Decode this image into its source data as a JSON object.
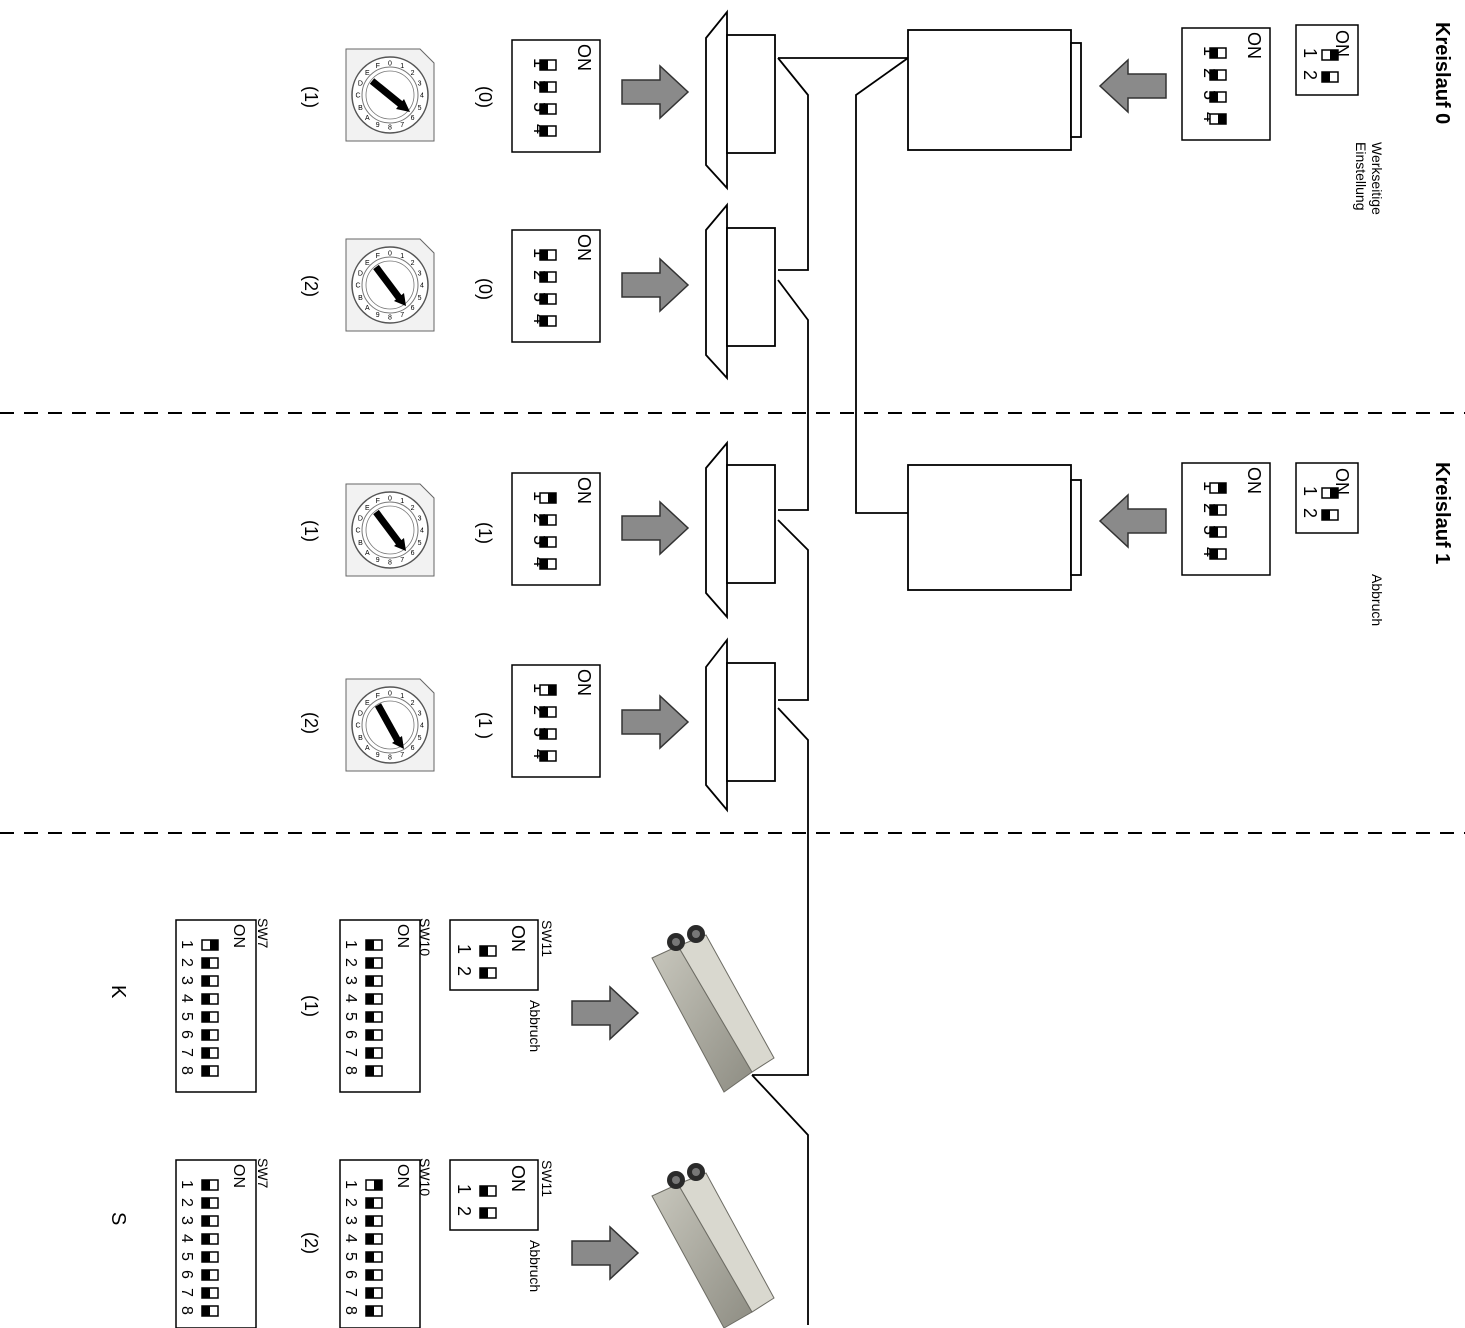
{
  "sections": {
    "kreislauf0": "Kreislauf 0",
    "kreislauf1": "Kreislauf 1"
  },
  "notes": {
    "werkseitige": "Werkseitige",
    "einstellung": "Einstellung",
    "abbruch": "Abbruch"
  },
  "dip": {
    "on": "ON",
    "sw7": "SW7",
    "sw10": "SW10",
    "sw11": "SW11"
  },
  "numbers": [
    "1",
    "2",
    "3",
    "4",
    "5",
    "6",
    "7",
    "8"
  ],
  "rotary_hex": [
    "0",
    "1",
    "2",
    "3",
    "4",
    "5",
    "6",
    "7",
    "8",
    "9",
    "A",
    "B",
    "C",
    "D",
    "E",
    "F"
  ],
  "labels": {
    "p0": "(0)",
    "p1": "(1)",
    "p1b": "(1 )",
    "p2": "(2)",
    "k": "K",
    "s": "S"
  }
}
